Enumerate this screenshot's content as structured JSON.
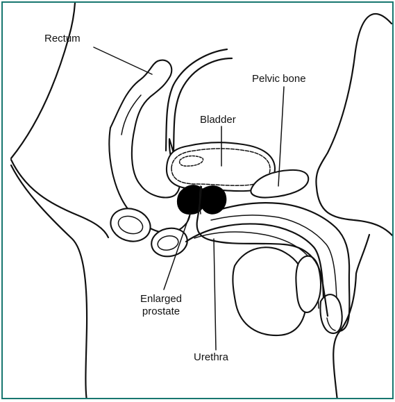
{
  "frame": {
    "border_color": "#17766f"
  },
  "labels": {
    "rectum": "Rectum",
    "pelvic_bone": "Pelvic bone",
    "bladder": "Bladder",
    "enlarged_prostate_line1": "Enlarged",
    "enlarged_prostate_line2": "prostate",
    "urethra": "Urethra"
  },
  "colors": {
    "line": "#111111",
    "prostate": "#000000",
    "background": "#ffffff"
  }
}
